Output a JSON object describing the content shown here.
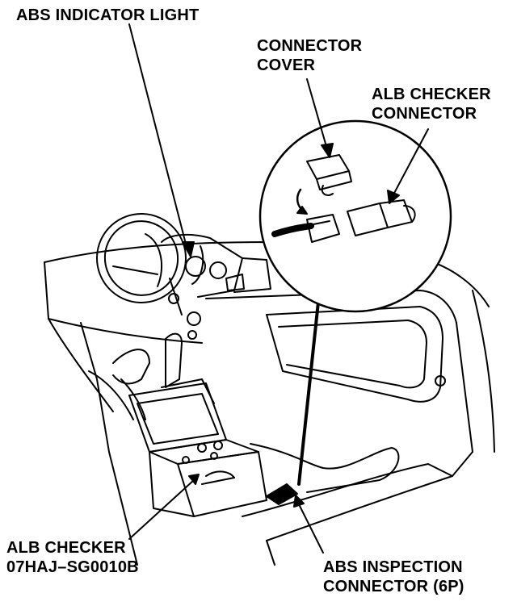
{
  "labels": {
    "abs_indicator_light": "ABS INDICATOR LIGHT",
    "connector_cover_line1": "CONNECTOR",
    "connector_cover_line2": "COVER",
    "alb_checker_connector_line1": "ALB CHECKER",
    "alb_checker_connector_line2": "CONNECTOR",
    "alb_checker_line1": "ALB CHECKER",
    "alb_checker_line2": "07HAJ–SG0010B",
    "abs_inspection_line1": "ABS INSPECTION",
    "abs_inspection_line2": "CONNECTOR (6P)"
  },
  "colors": {
    "ink": "#000000",
    "paper": "#ffffff"
  }
}
